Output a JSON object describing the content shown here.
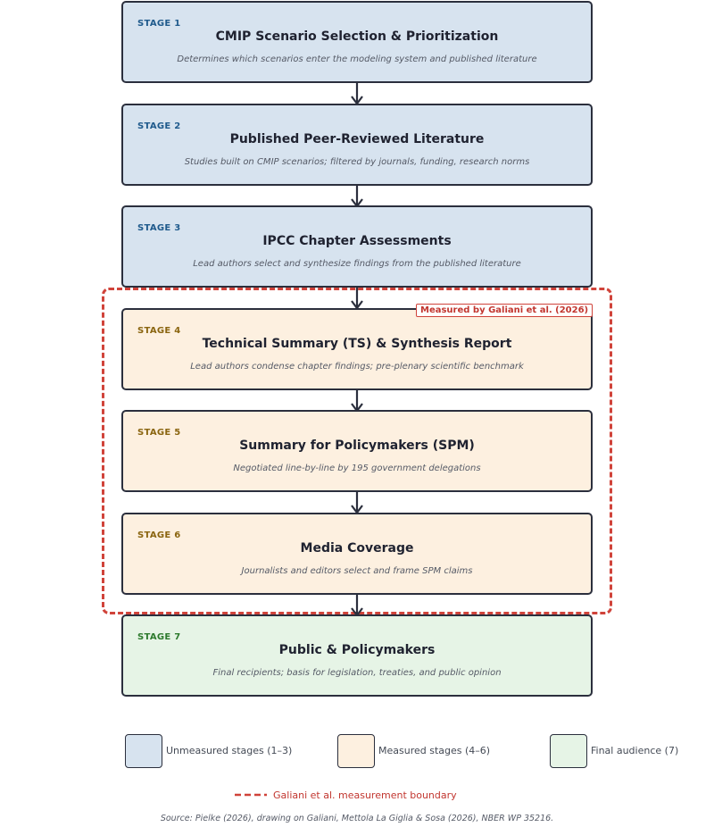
{
  "subtitle": "AR5, AR6, and AR7: from scenario selection to public understanding",
  "stages": [
    {
      "label": "STAGE 1",
      "title": "CMIP Scenario Selection & Prioritization",
      "desc": "Determines which scenarios enter the modeling system and published literature"
    },
    {
      "label": "STAGE 2",
      "title": "Published Peer-Reviewed Literature",
      "desc": "Studies built on CMIP scenarios; filtered by journals, funding, research norms"
    },
    {
      "label": "STAGE 3",
      "title": "IPCC Chapter Assessments",
      "desc": "Lead authors select and synthesize findings from the published literature"
    },
    {
      "label": "STAGE 4",
      "title": "Technical Summary (TS) & Synthesis Report",
      "desc": "Lead authors condense chapter findings; pre-plenary scientific benchmark"
    },
    {
      "label": "STAGE 5",
      "title": "Summary for Policymakers (SPM)",
      "desc": "Negotiated line-by-line by 195 government delegations"
    },
    {
      "label": "STAGE 6",
      "title": "Media Coverage",
      "desc": "Journalists and editors select and frame SPM claims"
    },
    {
      "label": "STAGE 7",
      "title": "Public & Policymakers",
      "desc": "Final recipients; basis for legislation, treaties, and public opinion"
    }
  ],
  "boundary": {
    "tag": "Measured by Galiani et al. (2026)",
    "color": "#d0433a"
  },
  "legend": {
    "unmeasured": {
      "label": "Unmeasured stages (1–3)",
      "color": "#d7e3ef"
    },
    "measured": {
      "label": "Measured stages (4–6)",
      "color": "#fdf0e0"
    },
    "final": {
      "label": "Final audience (7)",
      "color": "#e6f4e6"
    },
    "boundary_label": "Galiani et al. measurement boundary"
  },
  "source": "Source: Pielke (2026), drawing on Galiani, Mettola La Giglia & Sosa (2026), NBER WP 35216."
}
